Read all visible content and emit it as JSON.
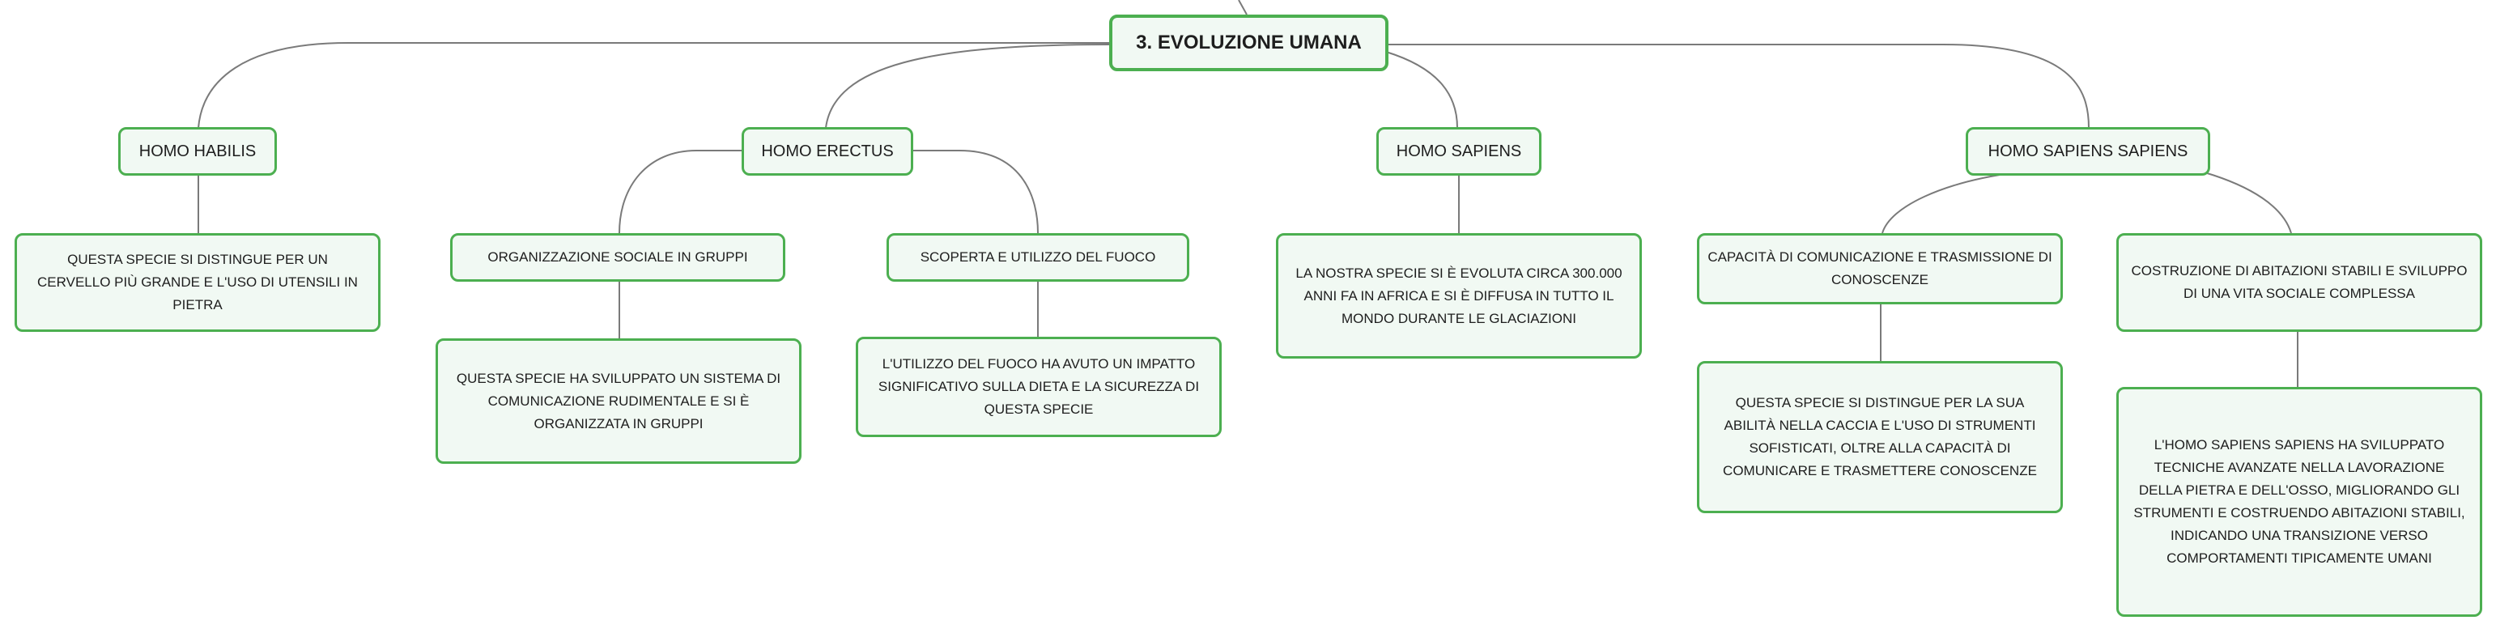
{
  "root": {
    "label": "3. Evoluzione umana"
  },
  "branches": {
    "habilis": {
      "label": "Homo Habilis",
      "detail": "Questa specie si distingue per un cervello più grande e l'uso di utensili in pietra"
    },
    "erectus": {
      "label": "Homo Erectus",
      "social": {
        "label": "Organizzazione sociale in gruppi",
        "detail": "Questa specie ha sviluppato un sistema di comunicazione rudimentale e si è organizzata in gruppi"
      },
      "fire": {
        "label": "Scoperta e utilizzo del fuoco",
        "detail": "L'utilizzo del fuoco ha avuto un impatto significativo sulla dieta e la sicurezza di questa specie"
      }
    },
    "sapiens": {
      "label": "Homo Sapiens",
      "detail": "La nostra specie si è evoluta circa 300.000 anni fa in Africa e si è diffusa in tutto il mondo durante le glaciazioni"
    },
    "sapiens_sapiens": {
      "label": "Homo Sapiens Sapiens",
      "communication": {
        "label": "Capacità di comunicazione e trasmissione di conoscenze",
        "detail": "Questa specie si distingue per la sua abilità nella caccia e l'uso di strumenti sofisticati, oltre alla capacità di comunicare e trasmettere conoscenze"
      },
      "dwellings": {
        "label": "Costruzione di abitazioni stabili e sviluppo di una vita sociale complessa",
        "detail": "L'Homo Sapiens Sapiens ha sviluppato tecniche avanzate nella lavorazione della pietra e dell'osso, migliorando gli strumenti e costruendo abitazioni stabili, indicando una transizione verso comportamenti tipicamente umani"
      }
    }
  },
  "colors": {
    "border": "#4caf50",
    "fill": "#f1f9f3",
    "line": "#7a7a7a"
  }
}
